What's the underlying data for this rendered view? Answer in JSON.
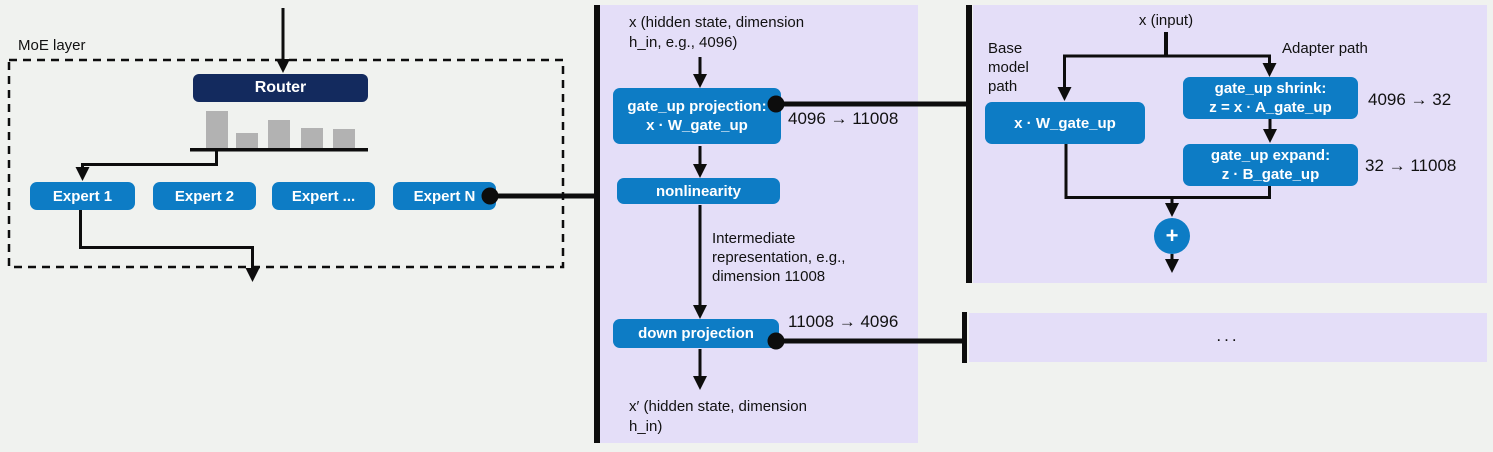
{
  "colors": {
    "bg": "#f0f2ef",
    "purple": "#e4def8",
    "blue": "#0d7cc5",
    "navy": "#132a5e",
    "bar_gray": "#b2b2b2",
    "line": "#0d0d0d"
  },
  "moe": {
    "label": "MoE layer",
    "router_label": "Router",
    "router_bar_heights": [
      37,
      15,
      28,
      20,
      19
    ],
    "experts": {
      "expert1": "Expert 1",
      "expert2": "Expert 2",
      "expert_ellipsis": "Expert ...",
      "expertN": "Expert N"
    }
  },
  "ffn": {
    "input_label": "x  (hidden state, dimension\nh_in, e.g., 4096)",
    "gate_up_box": "gate_up projection:\nx · W_gate_up",
    "gate_up_dims": "4096 → 11008",
    "nonlinearity_box": "nonlinearity",
    "intermediate_label": "Intermediate\nrepresentation, e.g.,\ndimension 11008",
    "down_box": "down projection",
    "down_dims": "11008 → 4096",
    "output_label": "x′  (hidden state, dimension\nh_in)"
  },
  "lora": {
    "input_label": "x  (input)",
    "base_path_label": "Base\nmodel\npath",
    "adapter_path_label": "Adapter path",
    "base_box": "x · W_gate_up",
    "shrink_box": "gate_up shrink:\nz = x · A_gate_up",
    "shrink_dims": "4096 → 32",
    "expand_box": "gate_up expand:\nz · B_gate_up",
    "expand_dims": "32 → 11008",
    "plus": "+"
  },
  "more": {
    "ellipsis": "..."
  }
}
